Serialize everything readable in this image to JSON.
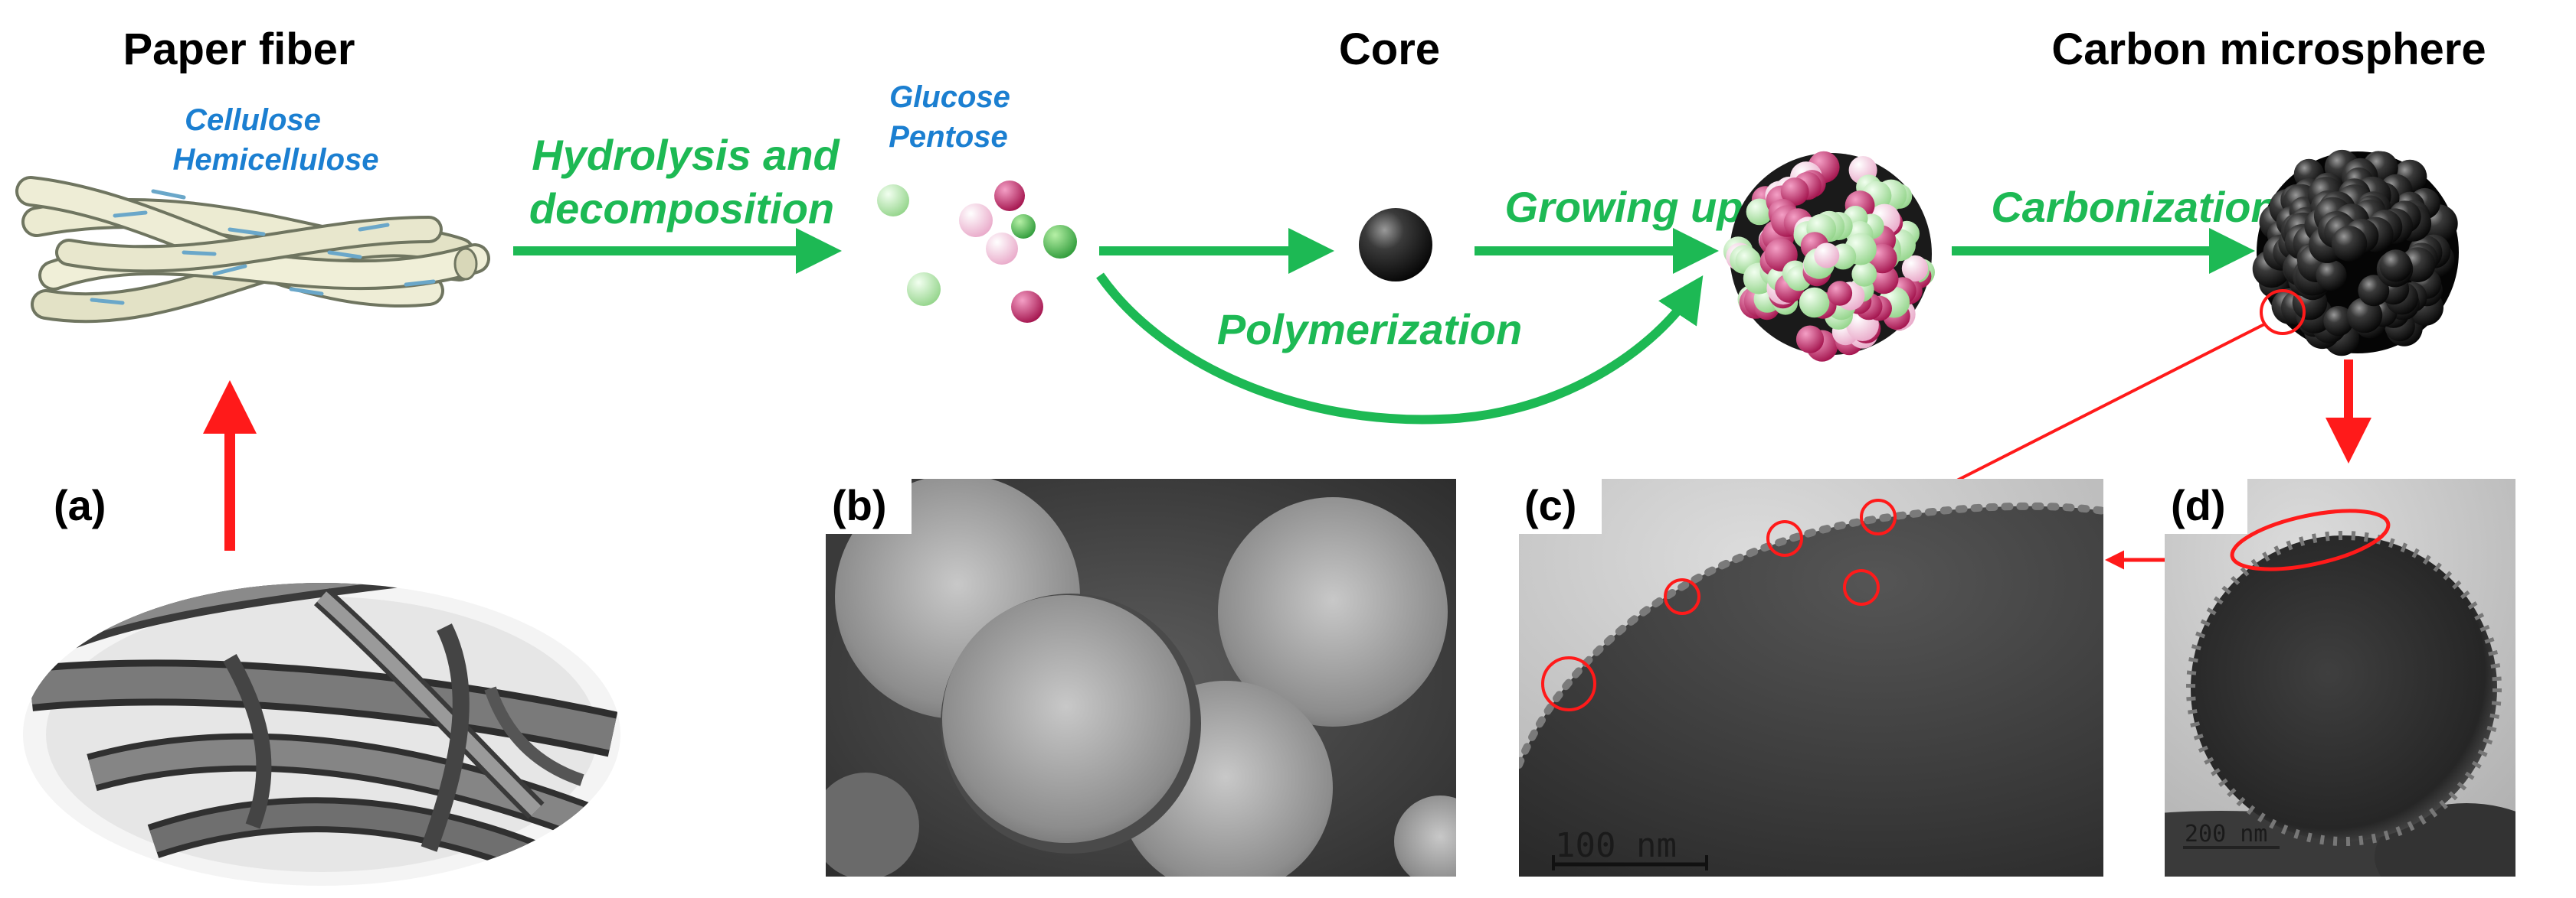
{
  "titles": {
    "paper_fiber": "Paper fiber",
    "core": "Core",
    "carbon_microsphere": "Carbon microsphere"
  },
  "components": {
    "cellulose": "Cellulose",
    "hemicellulose": "Hemicellulose",
    "glucose": "Glucose",
    "pentose": "Pentose"
  },
  "steps": {
    "hydrolysis_line1": "Hydrolysis and",
    "hydrolysis_line2": "decomposition",
    "growing_up": "Growing up",
    "carbonization": "Carbonization",
    "polymerization": "Polymerization"
  },
  "panels": {
    "a": "(a)",
    "b": "(b)",
    "c": "(c)",
    "d": "(d)"
  },
  "scale_bars": {
    "c": "100 nm",
    "d": "200 nm"
  },
  "colors": {
    "process_arrow": "#1db954",
    "highlight_arrow": "#ff1a1a",
    "component_text": "#1b7fd1",
    "sugar_pink": "#c2185b",
    "sugar_light_green": "#b8e6b0",
    "sugar_light_pink": "#f5c4dc",
    "sugar_green": "#4caf50"
  }
}
